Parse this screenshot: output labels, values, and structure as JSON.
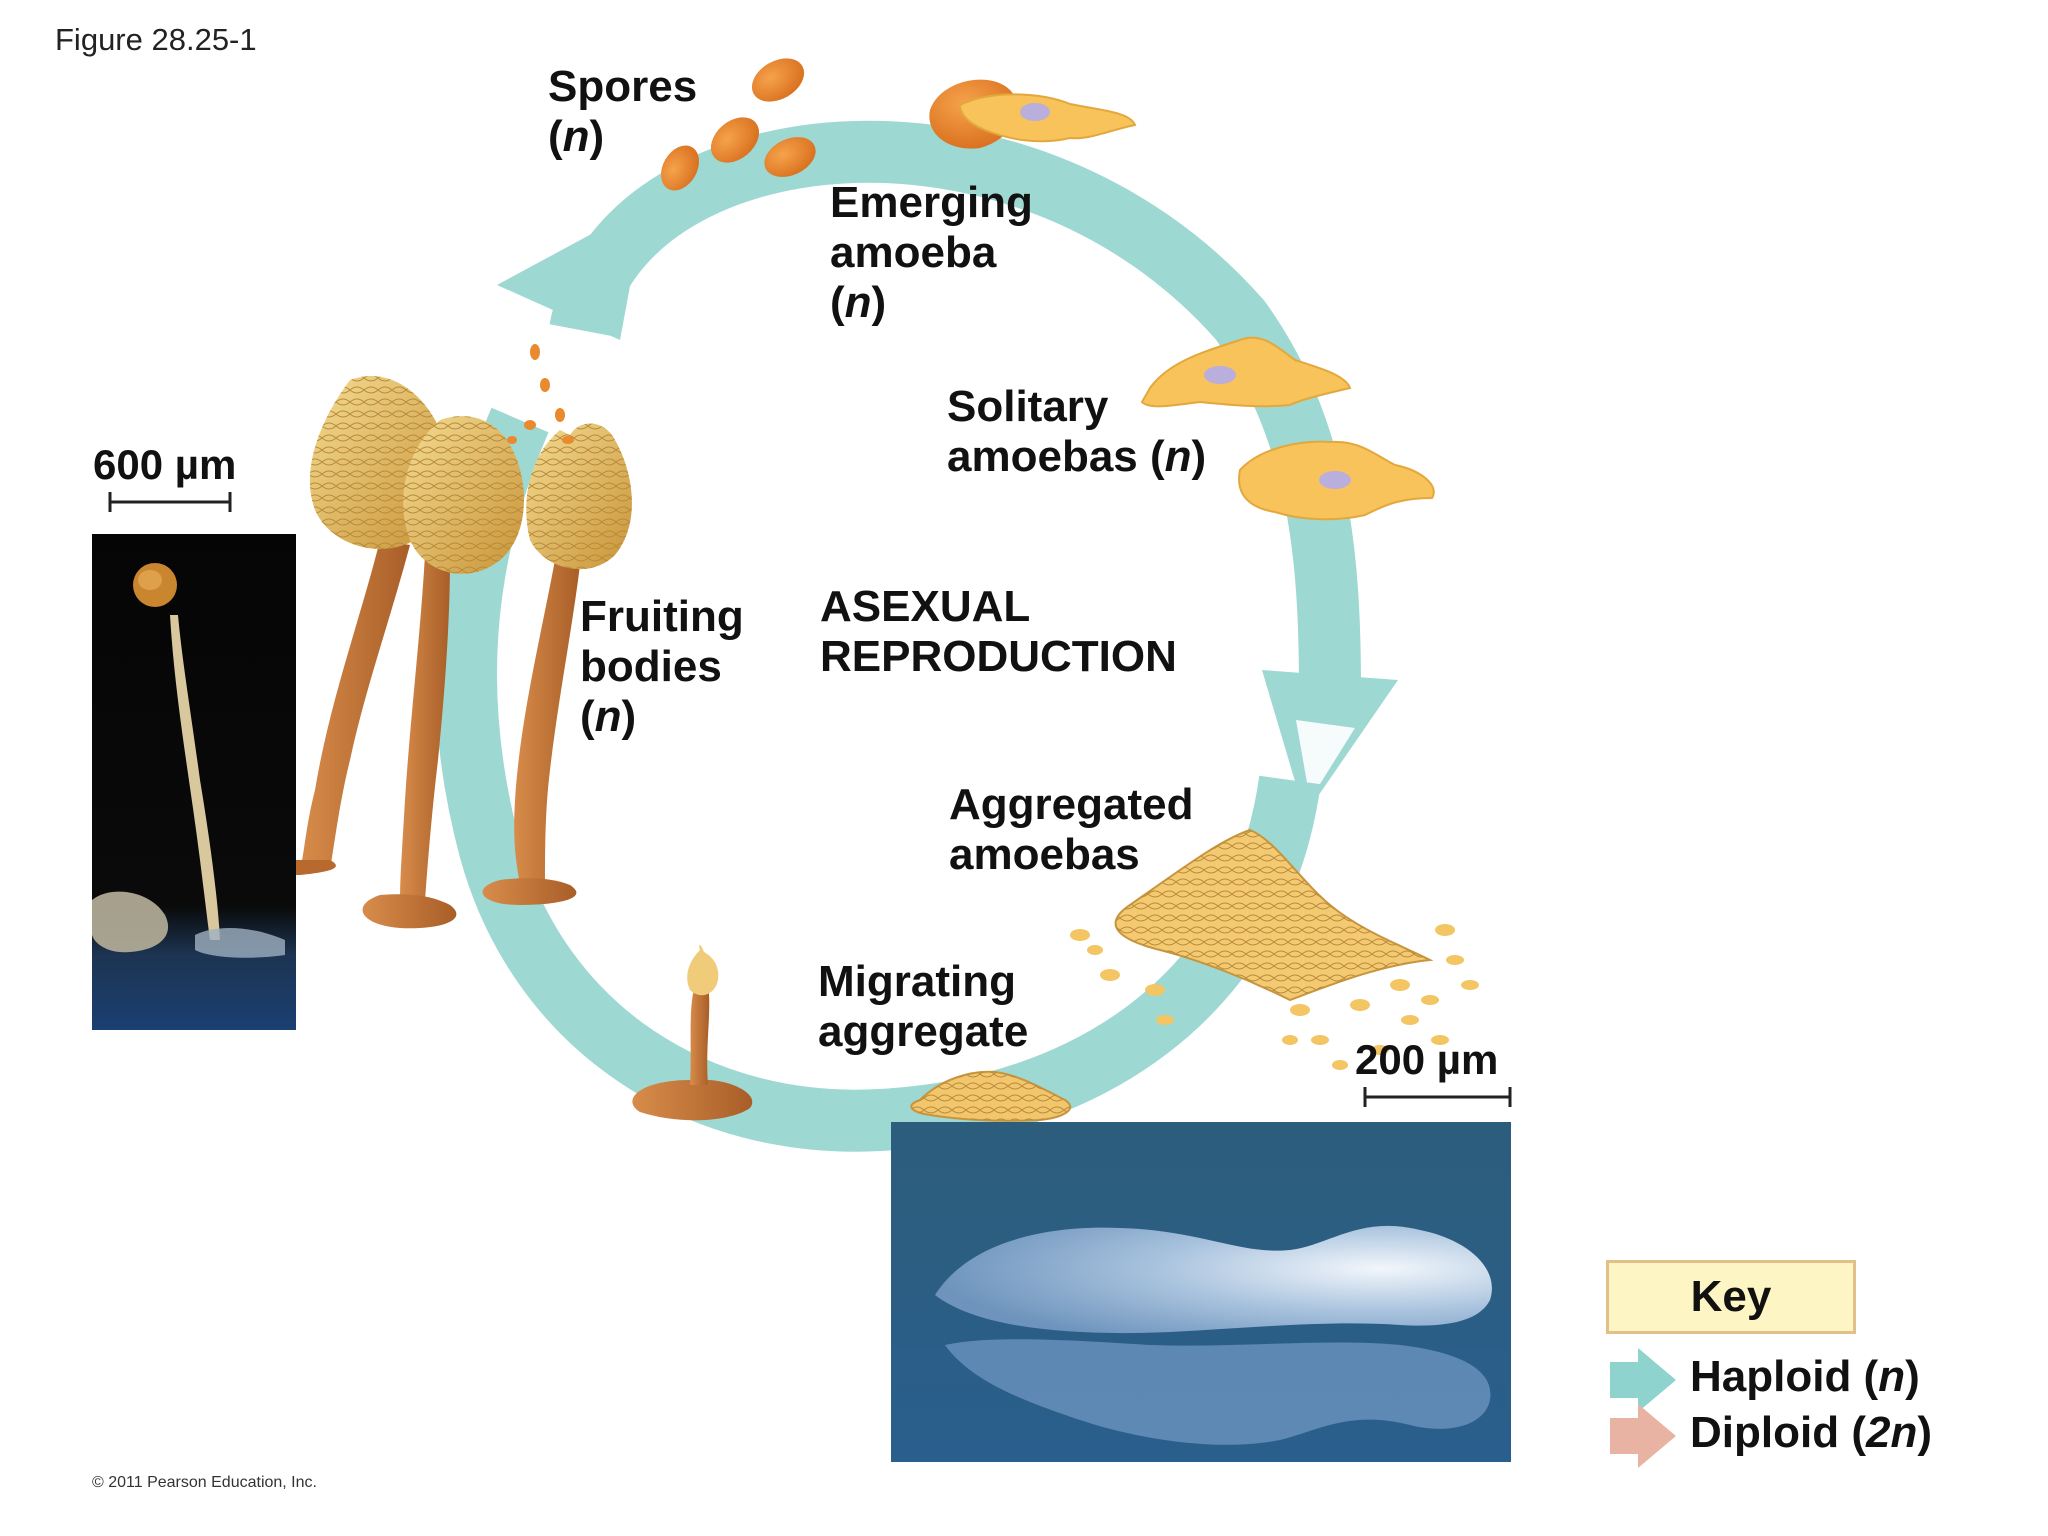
{
  "figure_number": "Figure 28.25-1",
  "copyright": "© 2011 Pearson Education, Inc.",
  "center_title": {
    "line1": "ASEXUAL",
    "line2": "REPRODUCTION"
  },
  "labels": {
    "spores": {
      "text": "Spores",
      "ploidy": "n"
    },
    "emerging": {
      "line1": "Emerging",
      "line2": "amoeba",
      "ploidy": "n"
    },
    "solitary": {
      "line1": "Solitary",
      "line2": "amoebas",
      "ploidy": "n"
    },
    "aggregated": {
      "line1": "Aggregated",
      "line2": "amoebas"
    },
    "migrating": {
      "line1": "Migrating",
      "line2": "aggregate"
    },
    "fruiting": {
      "line1": "Fruiting",
      "line2": "bodies",
      "ploidy": "n"
    }
  },
  "scale_bars": {
    "left": "600 µm",
    "right": "200 µm"
  },
  "key": {
    "title": "Key",
    "haploid": {
      "label": "Haploid",
      "ploidy": "n",
      "color": "#8fd3cf"
    },
    "diploid": {
      "label": "Diploid",
      "ploidy": "2n",
      "color": "#e8b3a3"
    }
  },
  "colors": {
    "cycle_arrow": "#9ed8d3",
    "amoeba": "#f7c35a",
    "spore": "#e98a2e",
    "stalk": "#c9773a"
  }
}
